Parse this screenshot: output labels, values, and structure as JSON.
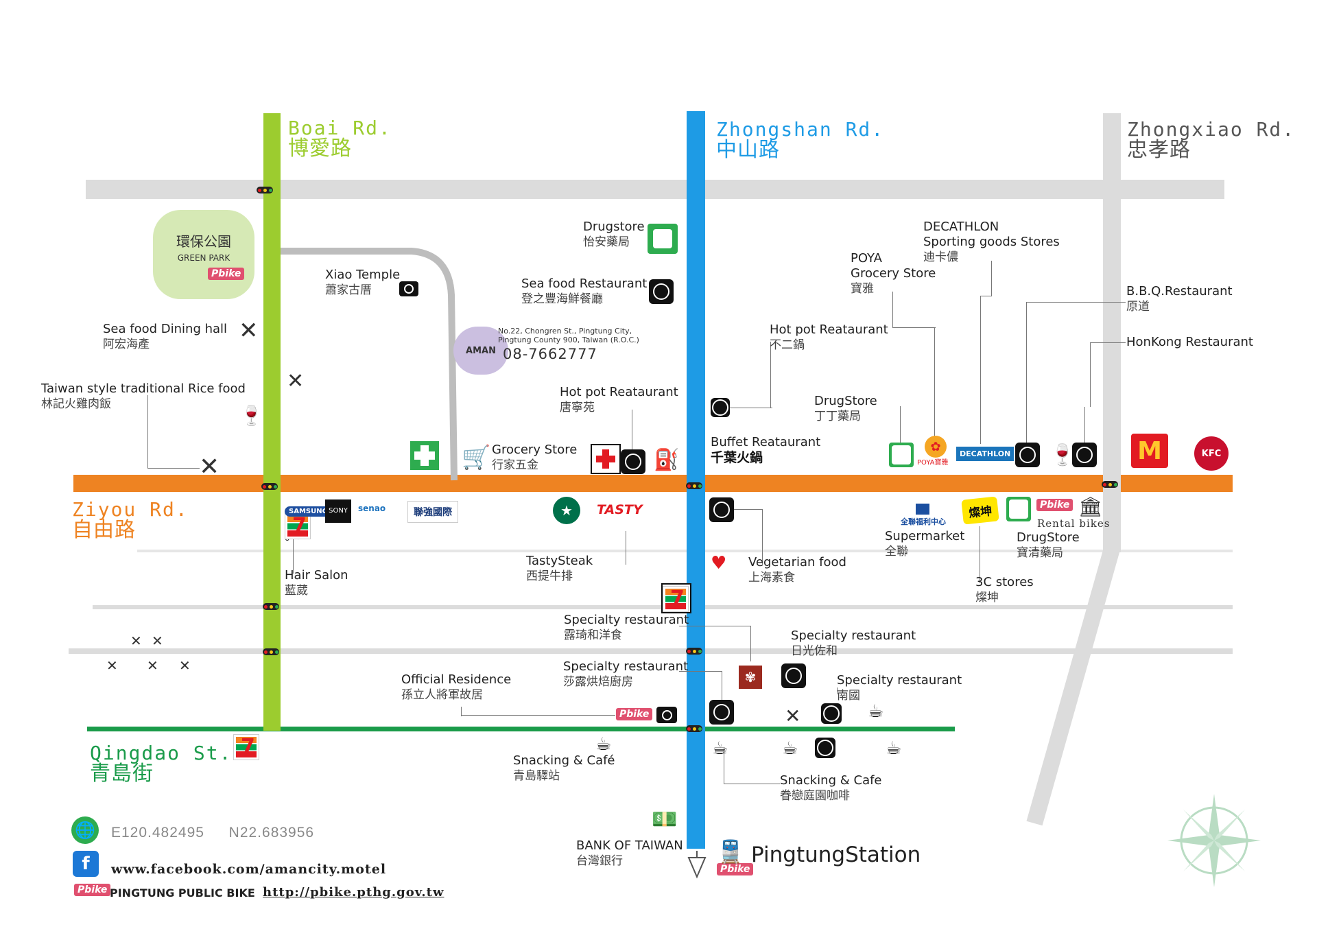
{
  "roads": {
    "boai": {
      "en": "Boai Rd.",
      "zh": "博愛路",
      "color": "#9ccc2f"
    },
    "zhongshan": {
      "en": "Zhongshan Rd.",
      "zh": "中山路",
      "color": "#1e9be5"
    },
    "zhongxiao": {
      "en": "Zhongxiao Rd.",
      "zh": "忠孝路",
      "color": "#dcdcdc"
    },
    "ziyou": {
      "en": "Ziyou Rd.",
      "zh": "自由路",
      "color": "#ee8322"
    },
    "qingdao": {
      "en": "Qingdao St.",
      "zh": "青島街",
      "color": "#1a9b4a"
    }
  },
  "green_park": {
    "zh": "環保公園",
    "en": "GREEN PARK"
  },
  "pbike_label": "Pbike",
  "motel": {
    "address_line1": "No.22, Chongren St., Pingtung City,",
    "address_line2": "Pingtung County 900, Taiwan (R.O.C.)",
    "phone": "08-7662777",
    "brand": "AMAN"
  },
  "places": {
    "xiao_temple": {
      "en": "Xiao Temple",
      "zh": "蕭家古厝"
    },
    "seafood_hall": {
      "en": "Sea food Dining hall",
      "zh": "阿宏海產"
    },
    "rice_food": {
      "en": "Taiwan style traditional Rice food",
      "zh": "林記火雞肉飯"
    },
    "drugstore_top": {
      "en": "Drugstore",
      "zh": "怡安藥局"
    },
    "seafood_restaurant": {
      "en": "Sea food Restaurant",
      "zh": "登之豐海鮮餐廳"
    },
    "hotpot_1": {
      "en": "Hot pot Reataurant",
      "zh": "唐寧苑"
    },
    "grocery_store": {
      "en": "Grocery Store",
      "zh": "行家五金"
    },
    "hotpot_2": {
      "en": "Hot pot Reataurant",
      "zh": "不二鍋"
    },
    "buffet": {
      "en": "Buffet Reataurant",
      "zh": "千葉火鍋"
    },
    "poya": {
      "en1": "POYA",
      "en2": "Grocery Store",
      "zh": "寶雅"
    },
    "decathlon": {
      "en1": "DECATHLON",
      "en2": "Sporting goods Stores",
      "zh": "迪卡儂"
    },
    "drugstore_dd": {
      "en": "DrugStore",
      "zh": "丁丁藥局"
    },
    "bbq": {
      "en": "B.B.Q.Restaurant",
      "zh": "原道"
    },
    "honkong": {
      "en": "HonKong Restaurant"
    },
    "hair_salon": {
      "en": "Hair Salon",
      "zh": "藍葳"
    },
    "tasty_steak": {
      "en": "TastySteak",
      "zh": "西提牛排"
    },
    "vegetarian": {
      "en": "Vegetarian food",
      "zh": "上海素食"
    },
    "supermarket": {
      "en": "Supermarket",
      "zh": "全聯"
    },
    "drugstore_bq": {
      "en": "DrugStore",
      "zh": "寶清藥局"
    },
    "rental_bikes": {
      "en": "Rental bikes"
    },
    "stores_3c": {
      "en": "3C stores",
      "zh": "燦坤"
    },
    "specialty_1": {
      "en": "Specialty restaurant",
      "zh": "露琦和洋食"
    },
    "specialty_2": {
      "en": "Specialty restaurant",
      "zh": "日光佐和"
    },
    "specialty_3": {
      "en": "Specialty restaurant",
      "zh": "莎露烘焙廚房"
    },
    "specialty_4": {
      "en": "Specialty restaurant",
      "zh": "南國"
    },
    "official_residence": {
      "en": "Official  Residence",
      "zh": "孫立人將軍故居"
    },
    "snacking_1": {
      "en": "Snacking & Café",
      "zh": "青島驛站"
    },
    "snacking_2": {
      "en": "Snacking & Cafe",
      "zh": "眷戀庭園咖啡"
    },
    "bank": {
      "en": "BANK OF TAIWAN",
      "zh": "台灣銀行"
    },
    "station": {
      "en": "PingtungStation"
    }
  },
  "shop_logos": {
    "samsung": "SAMSUNG",
    "sony": "SONY",
    "senao": "senao",
    "lianqiang": "聯強國際",
    "tasty": "TASTY",
    "poya": "POYA寶雅",
    "decathlon": "DECATHLON",
    "mcdonalds": "McDonald's",
    "kfc": "KFC",
    "pxmart": "全聯福利中心",
    "tsannkuen": "燦坤",
    "seven": "7-ELEVEN"
  },
  "footer": {
    "coords_e": "E120.482495",
    "coords_n": "N22.683956",
    "facebook": "www.facebook.com/amancity.motel",
    "pbike_name": "PINGTUNG PUBLIC BIKE",
    "pbike_url": "http://pbike.pthg.gov.tw"
  }
}
